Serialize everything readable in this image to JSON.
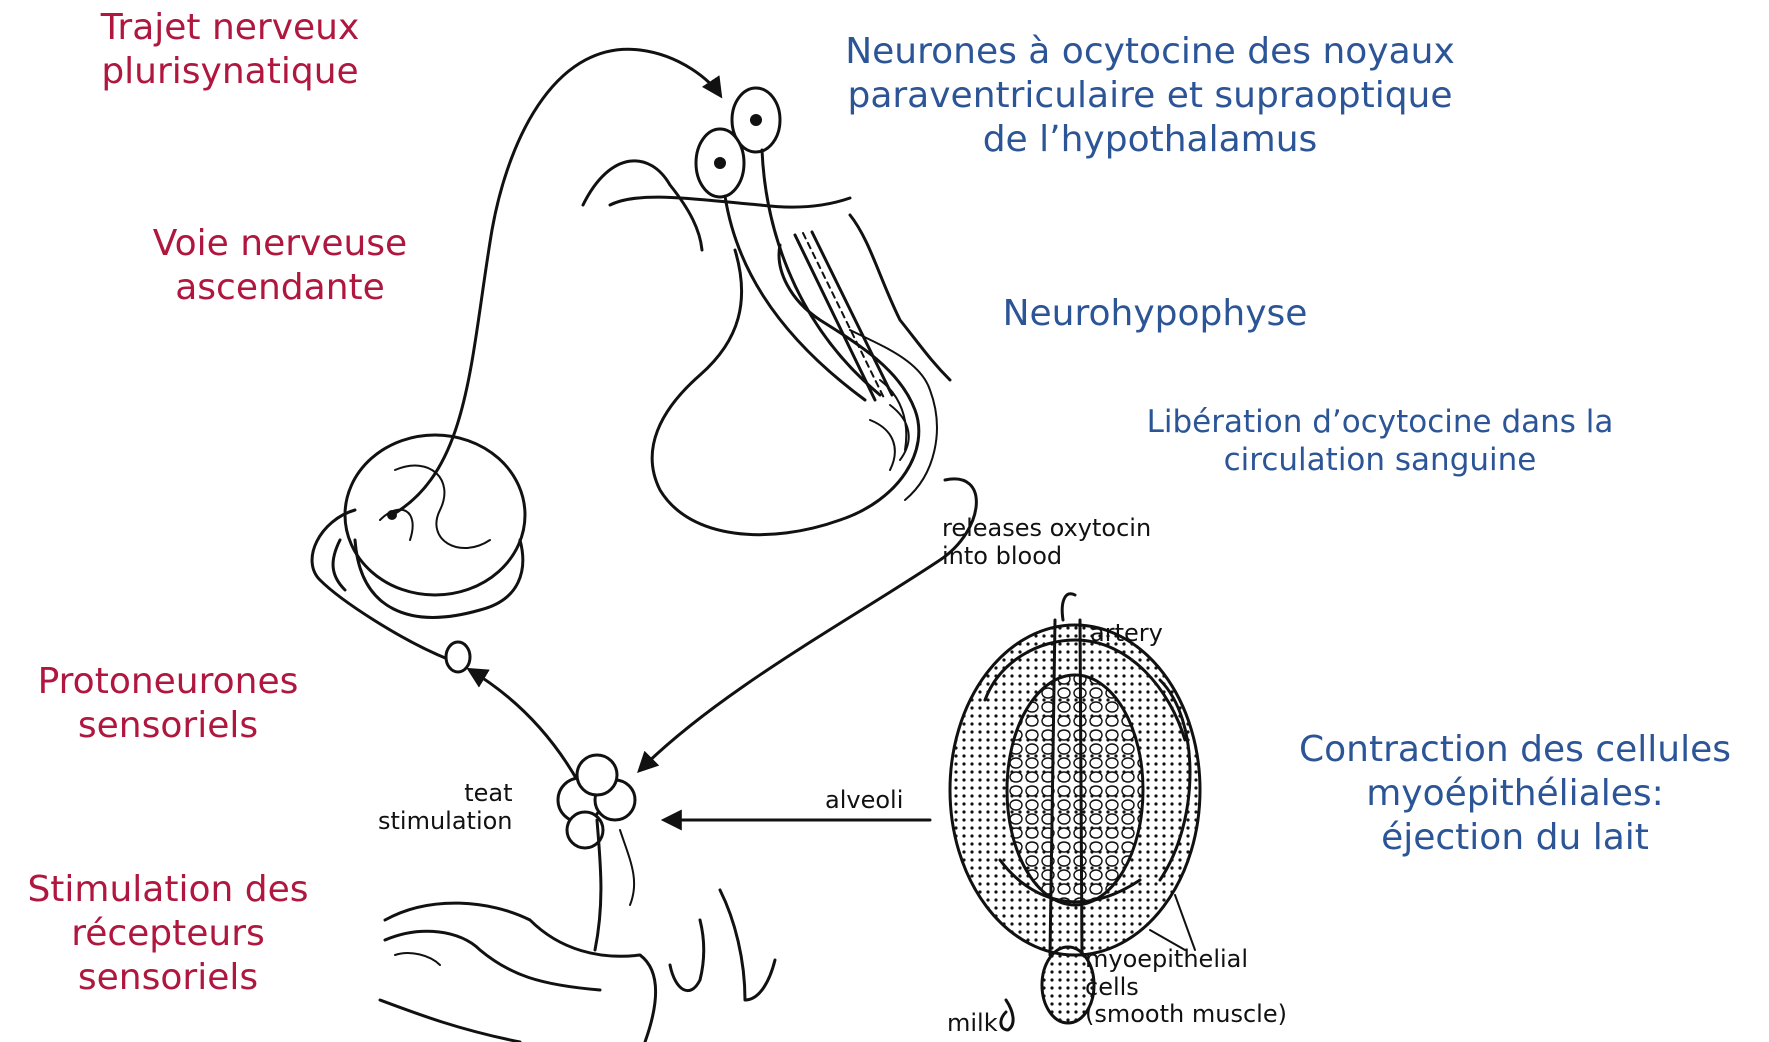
{
  "labels_fr": {
    "trajet": "Trajet nerveux\nplurisynatique",
    "voie": "Voie nerveuse\nascendante",
    "protoneurones": "Protoneurones\nsensoriels",
    "stimulation": "Stimulation des\nrécepteurs\nsensoriels",
    "neurones": "Neurones à ocytocine des noyaux\nparaventriculaire et supraoptique\nde l’hypothalamus",
    "neurohypophyse": "Neurohypophyse",
    "liberation": "Libération d’ocytocine dans la\ncirculation sanguine",
    "contraction": "Contraction des cellules\nmyoépithéliales:\néjection du lait"
  },
  "labels_en": {
    "releases": "releases oxytocin\ninto blood",
    "artery": "artery",
    "alveoli": "alveoli",
    "teat": "teat\nstimulation",
    "myoepithelial": "myoepithelial\ncells\n(smooth muscle)",
    "milk": "milk"
  },
  "colors": {
    "red_label": "#b0173f",
    "blue_label": "#2c5597",
    "line": "#111111"
  }
}
